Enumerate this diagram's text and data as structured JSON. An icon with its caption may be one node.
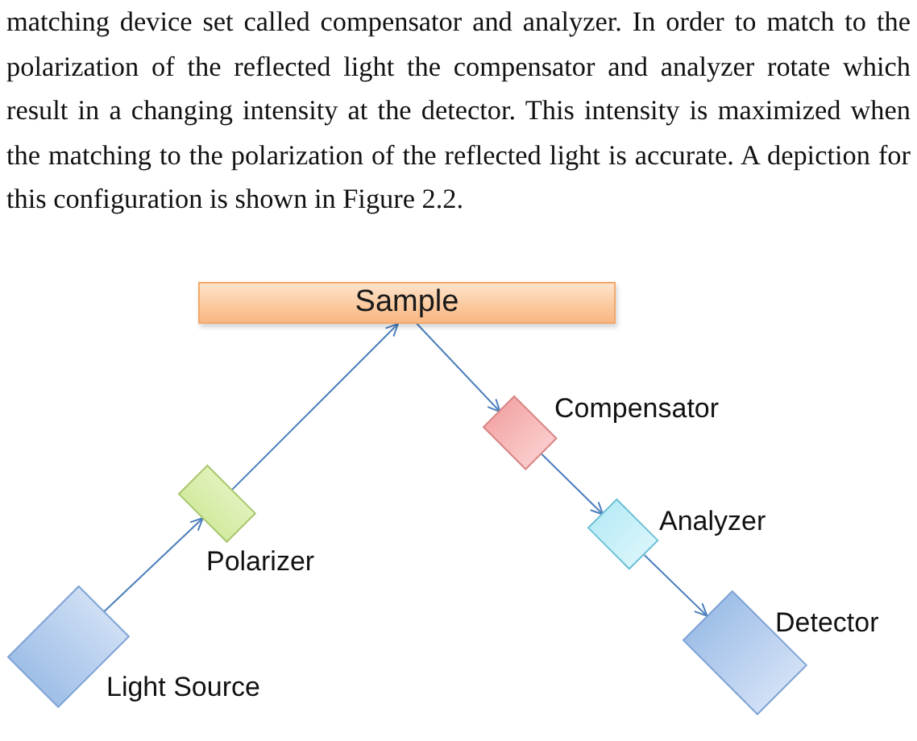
{
  "diagram": {
    "nodes": [
      {
        "text": [
          "Sample"
        ]
      },
      {
        "text": [
          "Light Source"
        ]
      },
      {
        "text": [
          "Polarizer"
        ]
      },
      {
        "text": [
          "Compensator"
        ]
      },
      {
        "text": [
          "Analyzer"
        ]
      },
      {
        "text": [
          "Detector"
        ]
      }
    ],
    "edges": [
      {
        "from": 1,
        "to": 2,
        "arrow": "to"
      },
      {
        "from": 2,
        "to": 0,
        "arrow": "to"
      },
      {
        "from": 0,
        "to": 3,
        "arrow": "to"
      },
      {
        "from": 3,
        "to": 4,
        "arrow": "to"
      },
      {
        "from": 4,
        "to": 5,
        "arrow": "to"
      }
    ],
    "labels": [
      "matching device set called compensator and analyzer. In order to match to the polarization of the reflected light the compensator and analyzer rotate which result in a changing intensity at the detector. This intensity is maximized when the matching to the polarization of the reflected light is accurate. A depiction for this configuration is shown in Figure 2.2."
    ]
  }
}
